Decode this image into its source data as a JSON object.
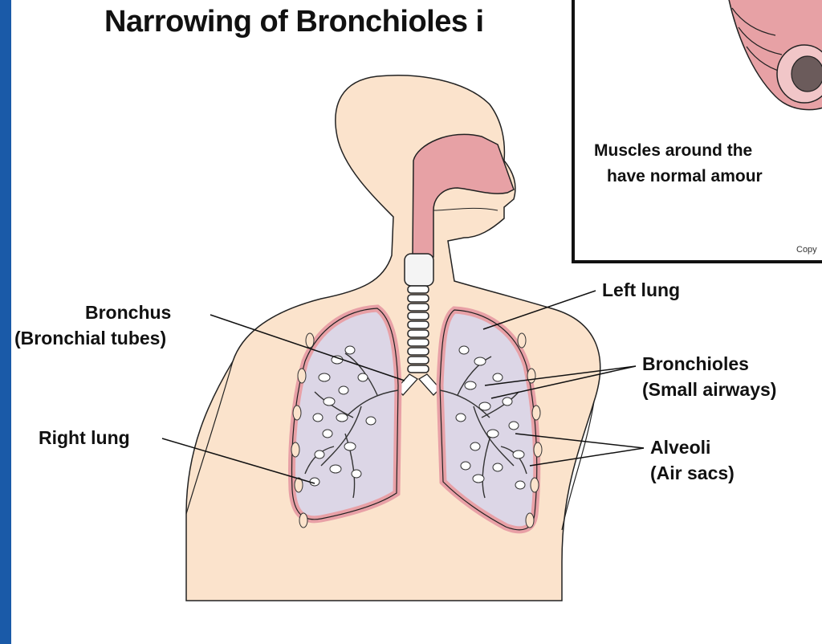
{
  "title": "Narrowing of Bronchioles i",
  "inset": {
    "line1": "Muscles around the",
    "line2": "have normal amour",
    "copyright": "Copy"
  },
  "labels": {
    "bronchus_1": "Bronchus",
    "bronchus_2": "(Bronchial tubes)",
    "right_lung": "Right lung",
    "left_lung": "Left lung",
    "bronchioles_1": "Bronchioles",
    "bronchioles_2": "(Small airways)",
    "alveoli_1": "Alveoli",
    "alveoli_2": "(Air sacs)"
  },
  "colors": {
    "frame": "#1a5aa8",
    "skin": "#fbe3cc",
    "lung": "#dcd6e6",
    "lung_edge": "#e8a0a6",
    "airway": "#e7a1a5"
  }
}
